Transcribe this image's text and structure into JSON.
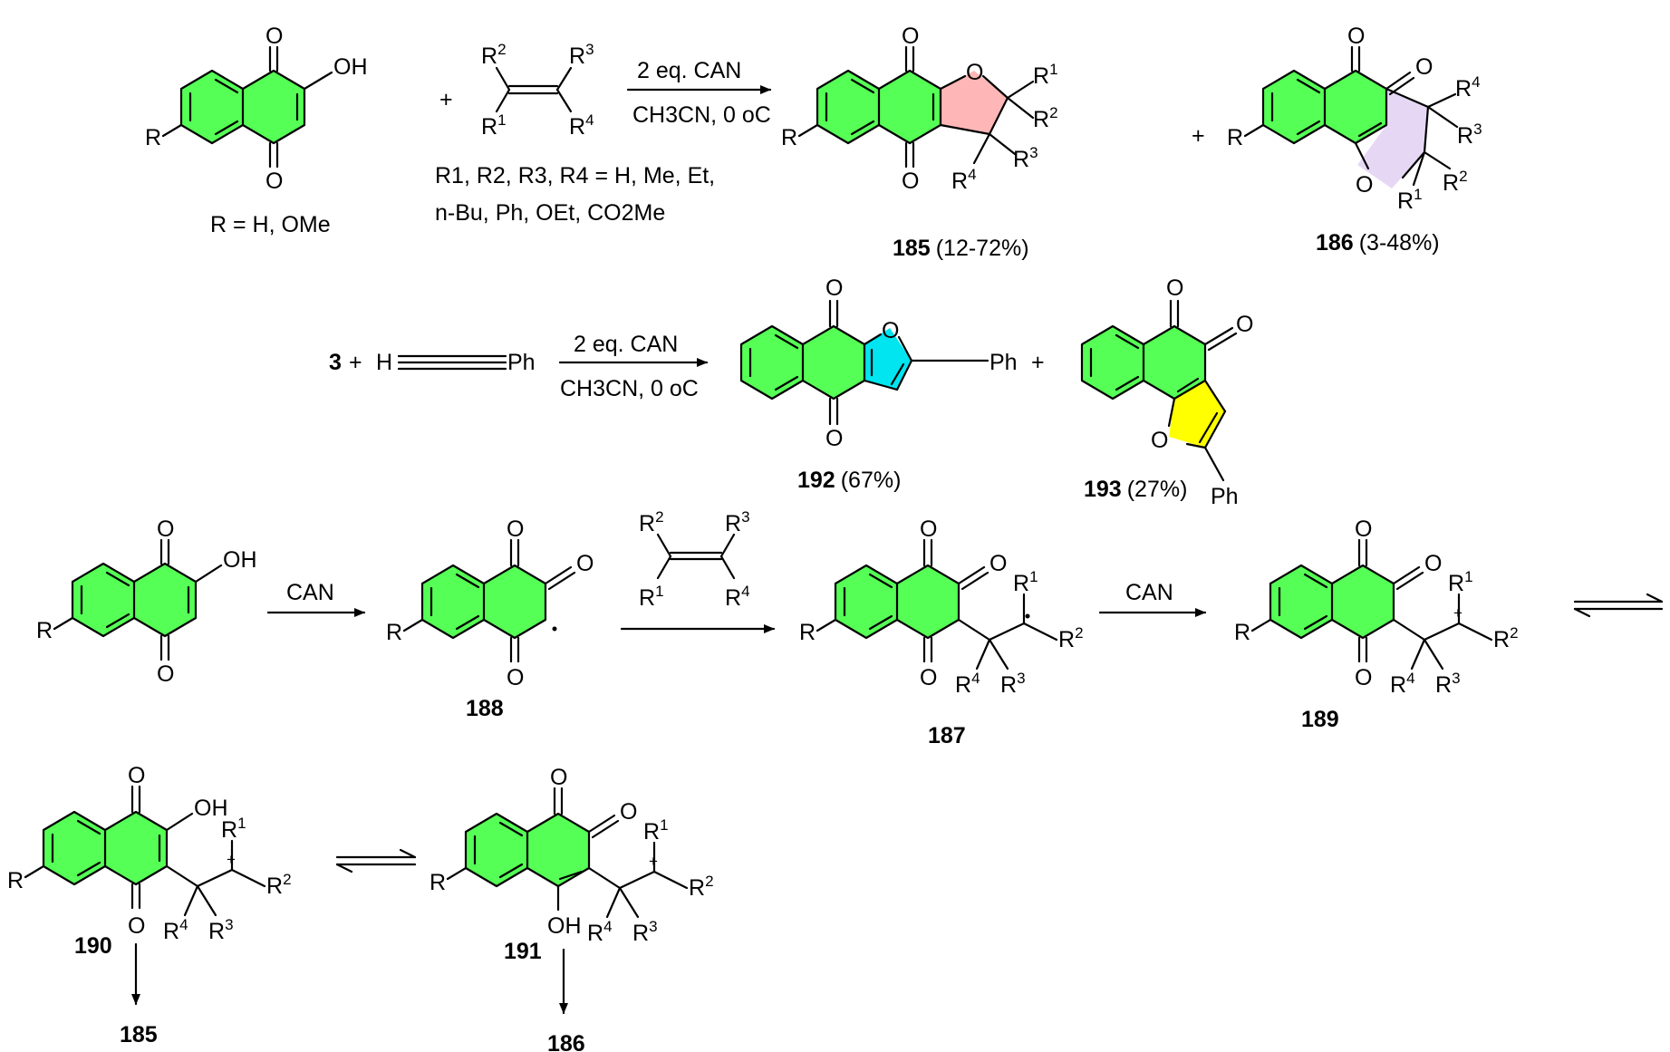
{
  "colors": {
    "benzo_ring": "#55ff55",
    "quinone_ring": "#55ff55",
    "dihydrofuran_185": "#ffb6b6",
    "dihydrofuran_186": "#e6d8f5",
    "furan_192": "#00e5f0",
    "furan_193": "#ffff00"
  },
  "reaction1": {
    "reagent_top": "2 eq. CAN",
    "reagent_bottom": "CH3CN, 0 oC",
    "substituent_note": "R = H, OMe",
    "alkene_note_line1": "R1, R2, R3, R4 = H, Me, Et,",
    "alkene_note_line2": "n-Bu, Ph, OEt, CO2Me",
    "plus1": "+",
    "plus2": "+",
    "product1": {
      "id": "185",
      "yield": "(12-72%)"
    },
    "product2": {
      "id": "186",
      "yield": "(3-48%)"
    }
  },
  "reaction2": {
    "reactant_id": "3",
    "plus": "+",
    "alkyne_h": "H",
    "alkyne_ph": "Ph",
    "reagent_top": "2 eq. CAN",
    "reagent_bottom": "CH3CN, 0 oC",
    "product1": {
      "id": "192",
      "yield": "(67%)"
    },
    "product2": {
      "id": "193",
      "yield": "(27%)"
    },
    "plus2": "+"
  },
  "mechanism": {
    "step1_reagent": "CAN",
    "step3_reagent": "CAN",
    "intermediates": [
      "188",
      "187",
      "189",
      "190",
      "191"
    ],
    "final_185": "185",
    "final_186": "186"
  },
  "atoms": {
    "O": "O",
    "OH": "OH",
    "R": "R",
    "Ph": "Ph",
    "R1": "R1",
    "R2": "R2",
    "R3": "R3",
    "R4": "R4"
  }
}
